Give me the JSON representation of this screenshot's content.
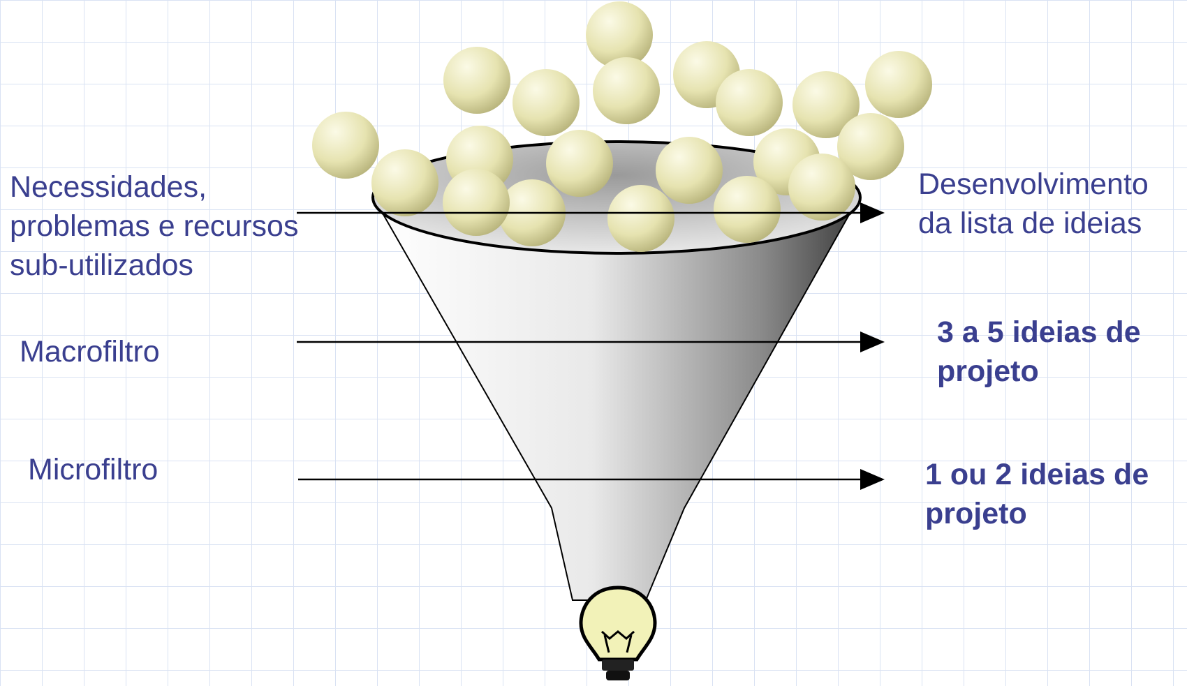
{
  "left_labels": {
    "input": "Necessidades, problemas e recursos sub-utilizados",
    "macro": "Macrofiltro",
    "micro": "Microfiltro"
  },
  "right_labels": {
    "stage1": "Desenvolvimento da lista de ideias",
    "stage2": "3 a 5 ideias de projeto",
    "stage3": "1 ou 2 ideias de projeto"
  },
  "colors": {
    "text": "#3a3f8f",
    "ball": "#e6e3b0",
    "grid": "#d9e2f3",
    "line": "#000000"
  },
  "icons": {
    "items": "idea-ball-icon",
    "output": "lightbulb-icon"
  }
}
